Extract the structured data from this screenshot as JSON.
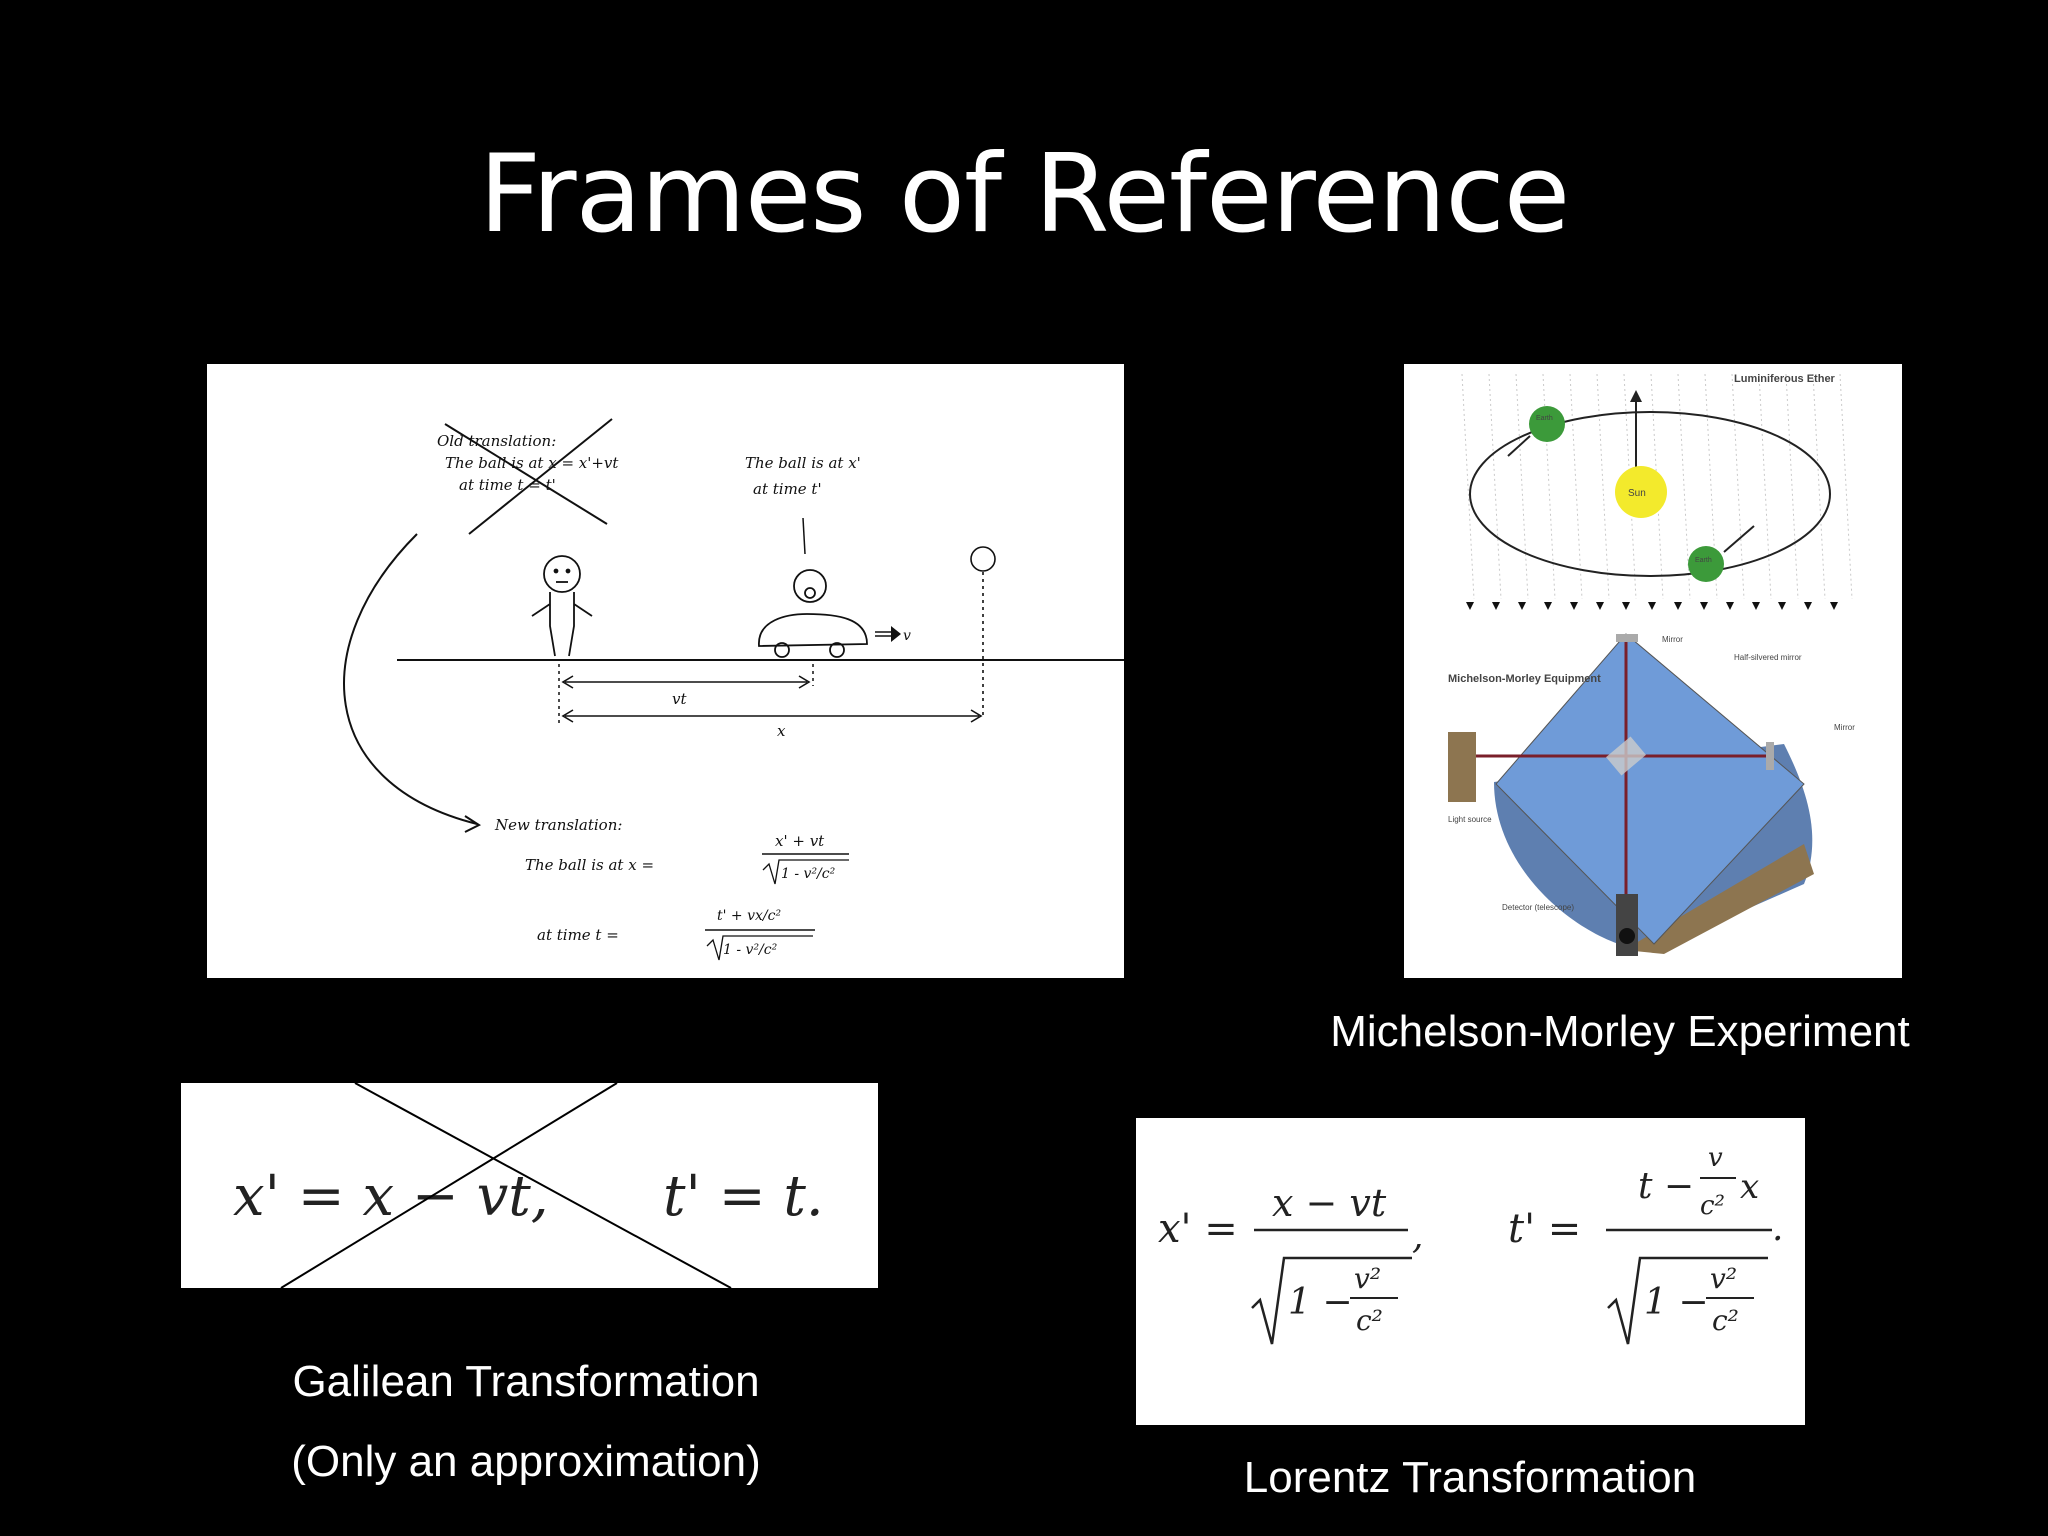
{
  "slide": {
    "title": "Frames of Reference"
  },
  "sketch": {
    "old_label": "Old translation:",
    "old_line1": "The ball is at x = x'+vt",
    "old_line2": "at time t = t'",
    "ball_label1": "The ball is at x'",
    "ball_label2": "at time t'",
    "velocity": "v",
    "vt_label": "vt",
    "x_label": "x",
    "new_label": "New translation:",
    "new_line1": "The ball is at x =",
    "new_frac1_num": "x' + vt",
    "new_frac1_den": "1 - v²/c²",
    "new_line2": "at time t =",
    "new_frac2_num": "t' + vx/c²",
    "new_frac2_den": "1 - v²/c²"
  },
  "michelson": {
    "ether_label": "Luminiferous Ether",
    "sun_label": "Sun",
    "earth_label": "Earth",
    "equipment_label": "Michelson-Morley Equipment",
    "mirror_top": "Mirror",
    "half_silvered": "Half-silvered mirror",
    "mirror_right": "Mirror",
    "light_source": "Light source",
    "detector": "Detector (telescope)",
    "caption": "Michelson-Morley Experiment",
    "colors": {
      "ether_blue": "#6f9bd8",
      "sun": "#f3ea2c",
      "earth": "#3c9a3a",
      "wood": "#9b7f52"
    }
  },
  "galilean": {
    "eq1": "x' = x − vt,",
    "eq2": "t' = t.",
    "caption1": "Galilean Transformation",
    "caption2": "(Only an approximation)"
  },
  "lorentz": {
    "x_lhs": "x' =",
    "x_num": "x − vt",
    "t_lhs": "t' =",
    "t_num_a": "t −",
    "t_num_v": "v",
    "t_num_c": "c²",
    "t_num_x": "x",
    "den_one": "1 −",
    "den_v": "v²",
    "den_c": "c²",
    "caption": "Lorentz Transformation"
  }
}
